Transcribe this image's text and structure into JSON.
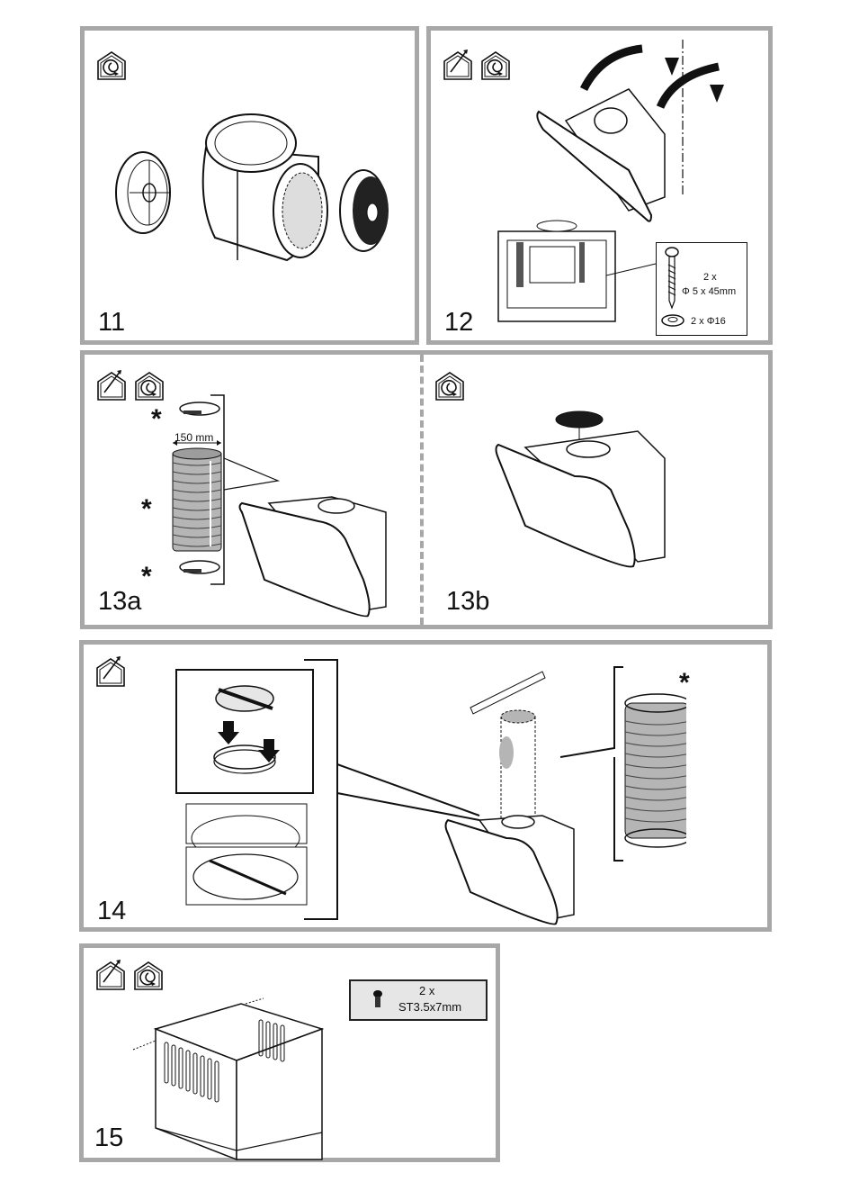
{
  "document": {
    "type": "installation-manual-page",
    "steps": [
      {
        "id": "11",
        "label": "11",
        "icons": [
          "recirculation-icon"
        ]
      },
      {
        "id": "12",
        "label": "12",
        "icons": [
          "ducted-exhaust-icon",
          "recirculation-icon"
        ],
        "fastener_box": {
          "screw_qty": "2 x",
          "screw_size": "Φ 5 x 45mm",
          "washer": "2 x Φ16"
        }
      },
      {
        "id": "13a",
        "label": "13a",
        "icons": [
          "ducted-exhaust-icon",
          "recirculation-icon"
        ],
        "dimension": "150 mm",
        "optional_marks": [
          "*",
          "*",
          "*"
        ]
      },
      {
        "id": "13b",
        "label": "13b",
        "icons": [
          "recirculation-icon"
        ]
      },
      {
        "id": "14",
        "label": "14",
        "icons": [
          "ducted-exhaust-icon"
        ],
        "optional_mark": "*"
      },
      {
        "id": "15",
        "label": "15",
        "icons": [
          "ducted-exhaust-icon",
          "recirculation-icon"
        ],
        "fastener_box": {
          "screw_qty": "2 x",
          "screw_size": "ST3.5x7mm"
        }
      }
    ]
  },
  "colors": {
    "frame": "#a8a8a8",
    "duct": "#b5b5b5",
    "filter": "#1a1a1a",
    "box": "#e6e6e6"
  }
}
